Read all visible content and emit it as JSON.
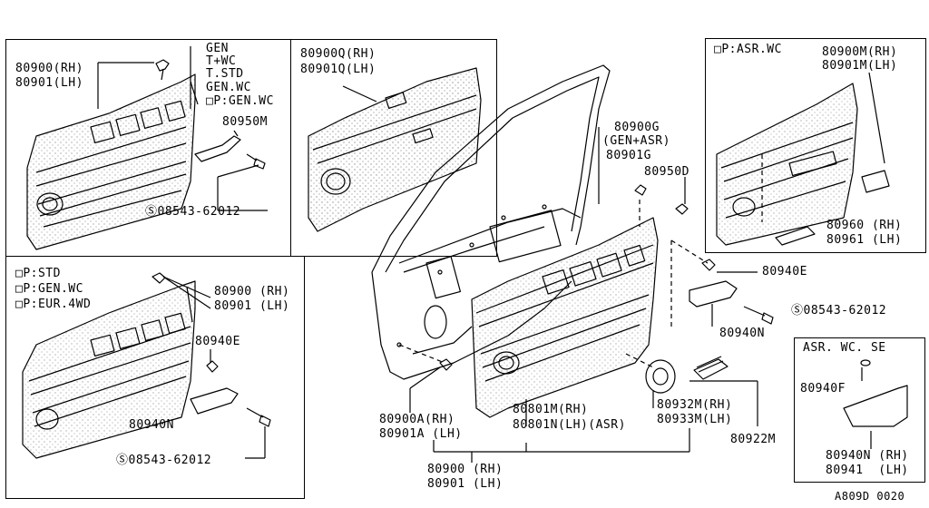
{
  "panel_top_left": {
    "variants": [
      "GEN",
      "T+WC",
      "T.STD",
      "GEN.WC",
      "□P:GEN.WC"
    ],
    "part_rh": "80900(RH)",
    "part_lh": "80901(LH)",
    "clip_part": "80950M",
    "screw_part": "08543-62012"
  },
  "panel_top_middle": {
    "part_rh": "80900Q(RH)",
    "part_lh": "80901Q(LH)"
  },
  "panel_top_right": {
    "variant": "□P:ASR.WC",
    "part_rh": "80900M(RH)",
    "part_lh": "80901M(LH)",
    "bracket_rh": "80960 (RH)",
    "bracket_lh": "80961 (LH)"
  },
  "panel_bottom_left": {
    "variants": [
      "□P:STD",
      "□P:GEN.WC",
      "□P:EUR.4WD"
    ],
    "part_rh": "80900 (RH)",
    "part_lh": "80901 (LH)",
    "clip_part": "80940E",
    "grip_part": "80940N",
    "screw_part": "08543-62012"
  },
  "panel_bottom_right": {
    "variant": "ASR. WC. SE",
    "clip_part": "80940F",
    "grip_rh": "80940N (RH)",
    "grip_lh": "80941  (LH)"
  },
  "center": {
    "g_rh": "80900G",
    "g_variant": "(GEN+ASR)",
    "g_lh": "80901G",
    "clip_d": "80950D",
    "clip_e": "80940E",
    "screw": "08543-62012",
    "grip_n": "80940N",
    "a_rh": "80900A(RH)",
    "a_lh": "80901A (LH)",
    "m_rh": "80801M(RH)",
    "n_lh": "80801N(LH)(ASR)",
    "cover_rh": "80932M(RH)",
    "cover_lh": "80933M(LH)",
    "grille": "80922M",
    "main_rh": "80900 (RH)",
    "main_lh": "80901 (LH)"
  },
  "screw_symbol": "S",
  "diagram_code": "A809D 0020"
}
